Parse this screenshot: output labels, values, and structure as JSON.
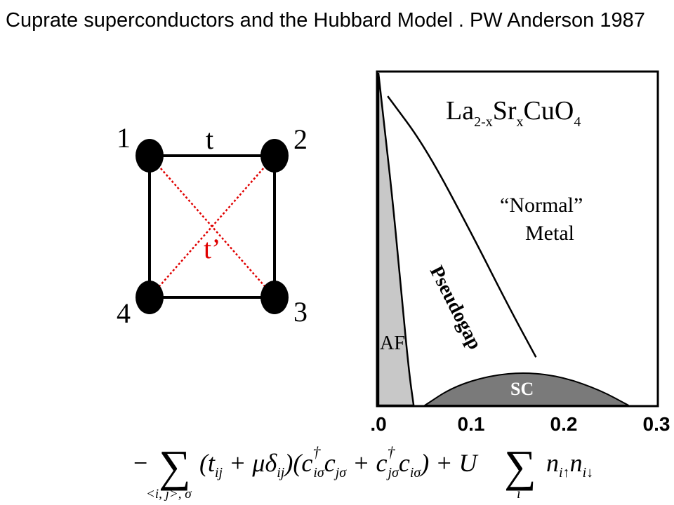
{
  "slide": {
    "title": "Cuprate superconductors and the Hubbard Model . PW Anderson 1987"
  },
  "lattice": {
    "sites": [
      "1",
      "2",
      "3",
      "4"
    ],
    "hopping_label": "t",
    "diagonal_hopping_label": "t’",
    "colors": {
      "site": "#000000",
      "bond": "#000000",
      "diagonal": "#e00000"
    }
  },
  "phase_diagram": {
    "compound": {
      "base1": "La",
      "sub1": "2-x",
      "base2": "Sr",
      "sub2": "x",
      "base3": "CuO",
      "sub3": "4"
    },
    "regions": {
      "normal_line1": "“Normal”",
      "normal_line2": "Metal",
      "pseudogap": "Pseudogap",
      "af": "AF",
      "sc": "SC"
    },
    "x_ticks": [
      ".0",
      "0.1",
      "0.2",
      "0.3"
    ],
    "x_range": [
      0,
      0.3
    ],
    "af_boundary": [
      [
        0.0,
        1.0
      ],
      [
        0.006,
        0.85
      ],
      [
        0.016,
        0.6
      ],
      [
        0.025,
        0.33
      ],
      [
        0.033,
        0.1
      ],
      [
        0.038,
        0.0
      ]
    ],
    "sc_dome": [
      [
        0.05,
        0.0
      ],
      [
        0.08,
        0.055
      ],
      [
        0.12,
        0.09
      ],
      [
        0.16,
        0.1
      ],
      [
        0.2,
        0.085
      ],
      [
        0.24,
        0.045
      ],
      [
        0.27,
        0.0
      ]
    ],
    "pseudogap_line": [
      [
        0.01,
        0.93
      ],
      [
        0.05,
        0.78
      ],
      [
        0.1,
        0.52
      ],
      [
        0.14,
        0.3
      ],
      [
        0.17,
        0.145
      ]
    ],
    "colors": {
      "af": "#c8c8c8",
      "sc": "#7a7a7a",
      "line": "#000000",
      "frame": "#000000"
    }
  },
  "equation": {
    "minus": "−",
    "sum": "∑",
    "sum_sub": "<i, j>, σ",
    "term1": "(t",
    "term1_sub": "ij",
    "term2": " + μδ",
    "term2_sub": "ij",
    "term3": ")(c",
    "c1_sup": "†",
    "c1_sub": "iσ",
    "c2": "c",
    "c2_sub": "jσ",
    "plus1": " + c",
    "c3_sup": "†",
    "c3_sub": "jσ",
    "c4": "c",
    "c4_sub": "iσ",
    "close": ") + U",
    "sum2": "∑",
    "sum2_sub": "i",
    "n1": "n",
    "n1_sub": "i↑",
    "n2": "n",
    "n2_sub": "i↓"
  }
}
